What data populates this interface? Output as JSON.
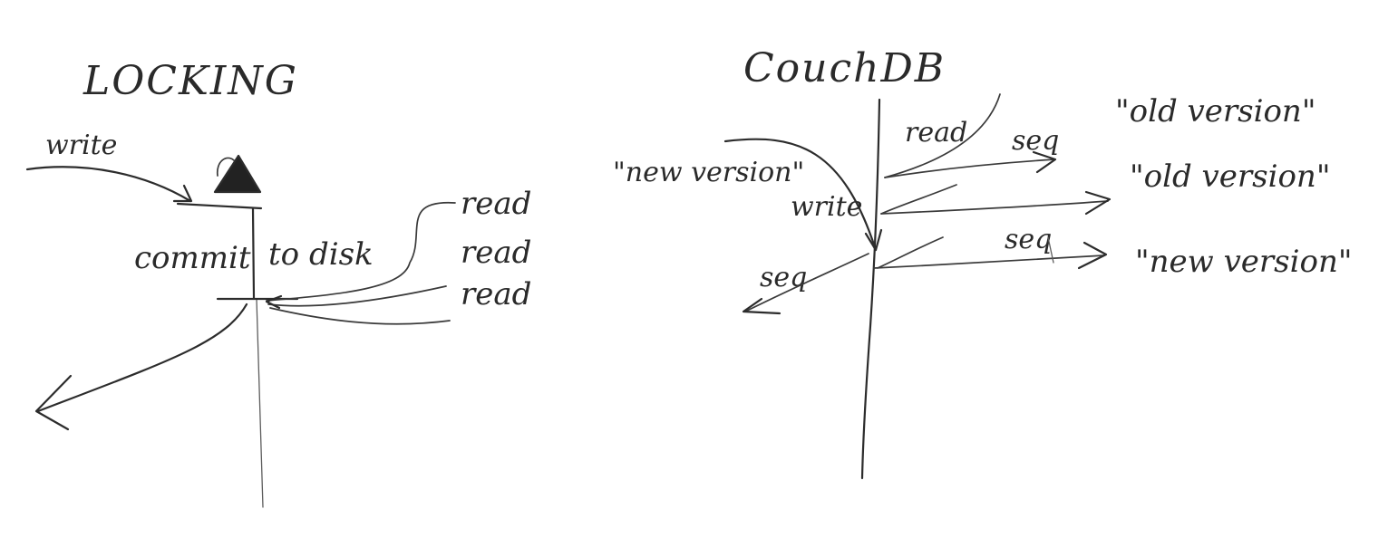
{
  "locking": {
    "title": "LOCKING",
    "write_label": "write",
    "commit_label": "commit",
    "to_disk_label": "to disk",
    "read_labels": [
      "read",
      "read",
      "read"
    ]
  },
  "couchdb": {
    "title": "CouchDB",
    "read_label": "read",
    "write_label": "write",
    "seq_labels": [
      "seq",
      "seq",
      "seq"
    ],
    "new_version_quote": "\"new version\"",
    "responses": [
      "\"old version\"",
      "\"old version\"",
      "\"new version\""
    ]
  }
}
